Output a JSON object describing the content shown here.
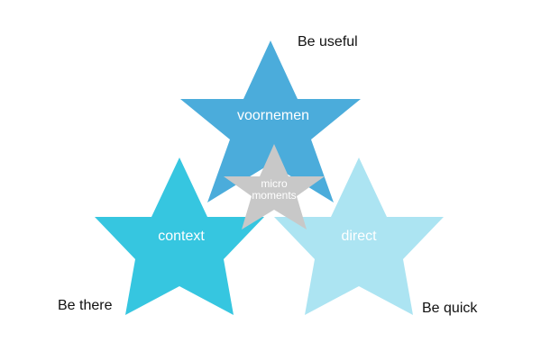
{
  "diagram": {
    "stars": {
      "top": {
        "label": "voornemen",
        "caption": "Be useful",
        "color": "#4bacdb"
      },
      "left": {
        "label": "context",
        "caption": "Be there",
        "color": "#36c6e0"
      },
      "right": {
        "label": "direct",
        "caption": "Be quick",
        "color": "#ace4f2"
      },
      "center": {
        "label_line1": "micro",
        "label_line2": "moments",
        "color": "#c8c8c8"
      }
    }
  }
}
